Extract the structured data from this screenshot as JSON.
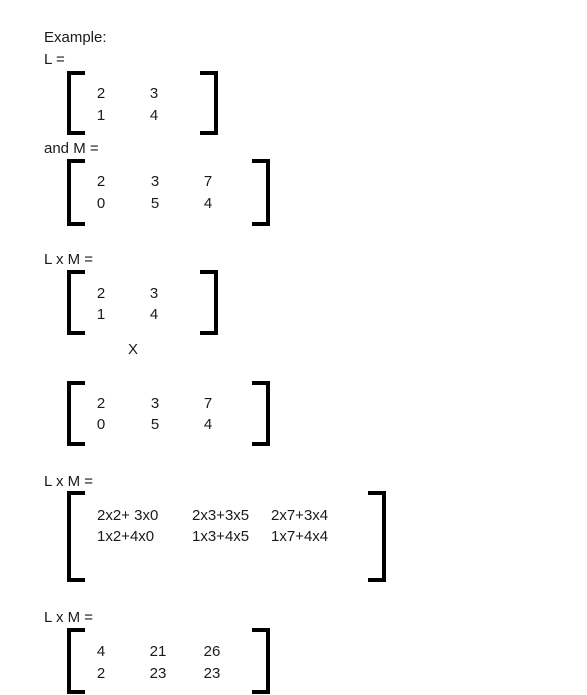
{
  "labels": {
    "example": "Example:",
    "l_eq": "L =",
    "and_m_eq": "and M =",
    "lxm_eq_1": "L x M =",
    "times": "X",
    "lxm_eq_2": "L x M =",
    "lxm_eq_3": "L x M ="
  },
  "matrix_l": [
    [
      "2",
      "3"
    ],
    [
      "1",
      "4"
    ]
  ],
  "matrix_m": [
    [
      "2",
      "3",
      "7"
    ],
    [
      "0",
      "5",
      "4"
    ]
  ],
  "matrix_expand": [
    [
      "2x2+ 3x0",
      "2x3+3x5",
      "2x7+3x4"
    ],
    [
      "1x2+4x0",
      "1x3+4x5",
      "1x7+4x4"
    ]
  ],
  "matrix_result": [
    [
      "4",
      "21",
      "26"
    ],
    [
      "2",
      "23",
      "23"
    ]
  ]
}
